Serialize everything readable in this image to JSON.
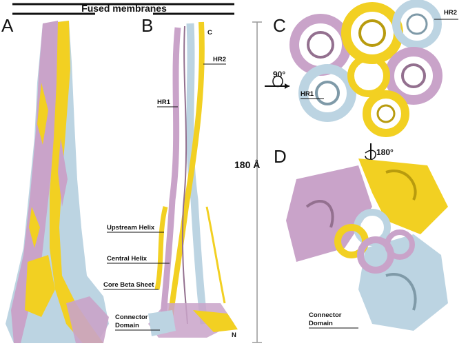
{
  "figure": {
    "title": "Fused membranes",
    "panels": {
      "a": "A",
      "b": "B",
      "c": "C",
      "d": "D"
    },
    "terminus": {
      "c": "C",
      "n": "N"
    },
    "labels": {
      "hr2": "HR2",
      "hr1": "HR1",
      "upstream_helix": "Upstream Helix",
      "central_helix": "Central Helix",
      "core_beta_sheet": "Core Beta Sheet",
      "connector_domain_line1": "Connector",
      "connector_domain_line2": "Domain"
    },
    "scale_bar": "180 Å",
    "rotation_c": "90°",
    "rotation_d": "180°",
    "colors": {
      "yellow": "#f2d022",
      "pink": "#c9a3c9",
      "lightblue": "#bcd4e2",
      "yellow_dark": "#b89b0e",
      "pink_dark": "#93708f",
      "blue_dark": "#7f9aa8"
    }
  }
}
